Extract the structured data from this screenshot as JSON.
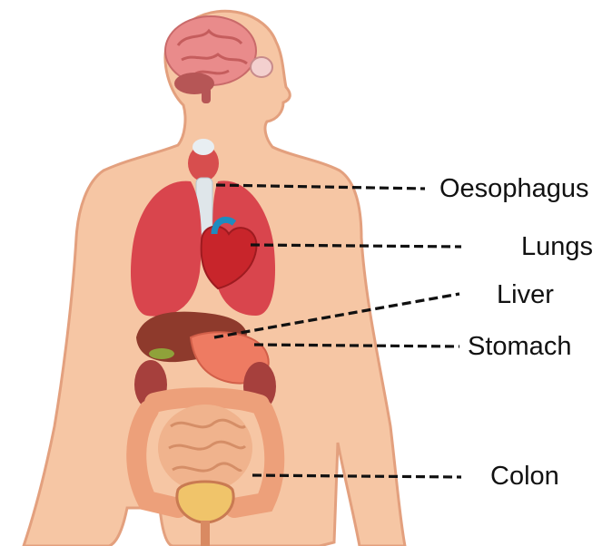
{
  "labels": {
    "oesophagus": "Oesophagus",
    "lungs": "Lungs",
    "liver": "Liver",
    "stomach": "Stomach",
    "colon": "Colon"
  },
  "colors": {
    "skin": "#f6c6a4",
    "skin_outline": "#e3a07e",
    "brain": "#e98b8b",
    "lungs": "#d9454d",
    "heart": "#c8252b",
    "liver": "#8e3a2c",
    "stomach": "#ee7b62",
    "kidney": "#a6403d",
    "intestine": "#f0b38d",
    "colon": "#eda07a",
    "bladder": "#f0c46a",
    "leader_line": "#111111"
  }
}
